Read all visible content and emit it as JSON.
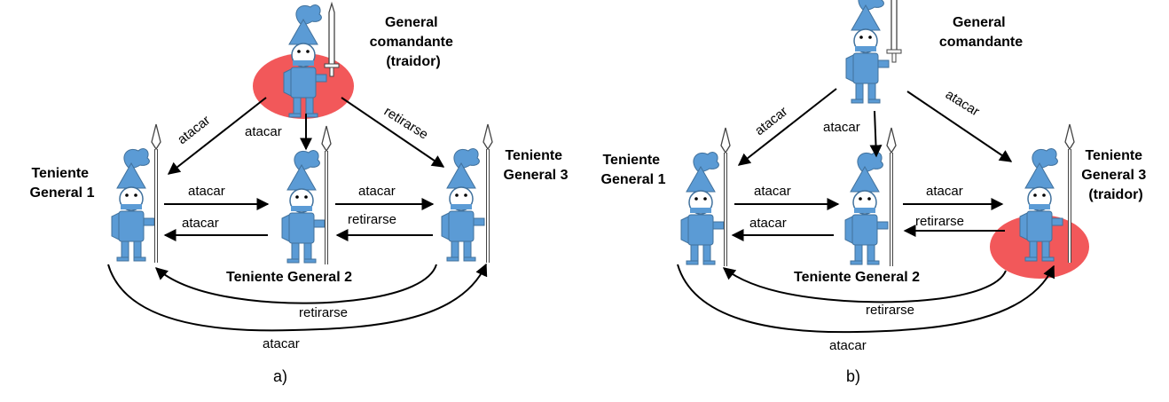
{
  "panels": [
    {
      "id": "a",
      "panel_label": "a)",
      "commander_label": [
        "General",
        "comandante",
        "(traidor)"
      ],
      "lt1_label": [
        "Teniente",
        "General 1"
      ],
      "lt2_label": "Teniente General 2",
      "lt3_label": [
        "Teniente",
        "General 3"
      ],
      "traitor": "commander",
      "messages": {
        "cmd_to_lt1": "atacar",
        "cmd_to_lt2": "atacar",
        "cmd_to_lt3": "retirarse",
        "lt1_to_lt2": "atacar",
        "lt2_to_lt1": "atacar",
        "lt2_to_lt3": "atacar",
        "lt3_to_lt2": "retirarse",
        "lt3_to_lt1": "retirarse",
        "lt1_to_lt3": "atacar"
      }
    },
    {
      "id": "b",
      "panel_label": "b)",
      "commander_label": [
        "General",
        "comandante"
      ],
      "lt1_label": [
        "Teniente",
        "General 1"
      ],
      "lt2_label": "Teniente General 2",
      "lt3_label": [
        "Teniente",
        "General 3",
        "(traidor)"
      ],
      "traitor": "lt3",
      "messages": {
        "cmd_to_lt1": "atacar",
        "cmd_to_lt2": "atacar",
        "cmd_to_lt3": "atacar",
        "lt1_to_lt2": "atacar",
        "lt2_to_lt1": "atacar",
        "lt2_to_lt3": "atacar",
        "lt3_to_lt2": "retirarse",
        "lt3_to_lt1": "retirarse",
        "lt1_to_lt3": "atacar"
      }
    }
  ],
  "colors": {
    "knight_blue": "#5b9bd5",
    "knight_dark": "#41719c",
    "traitor_red": "#f2585a"
  }
}
